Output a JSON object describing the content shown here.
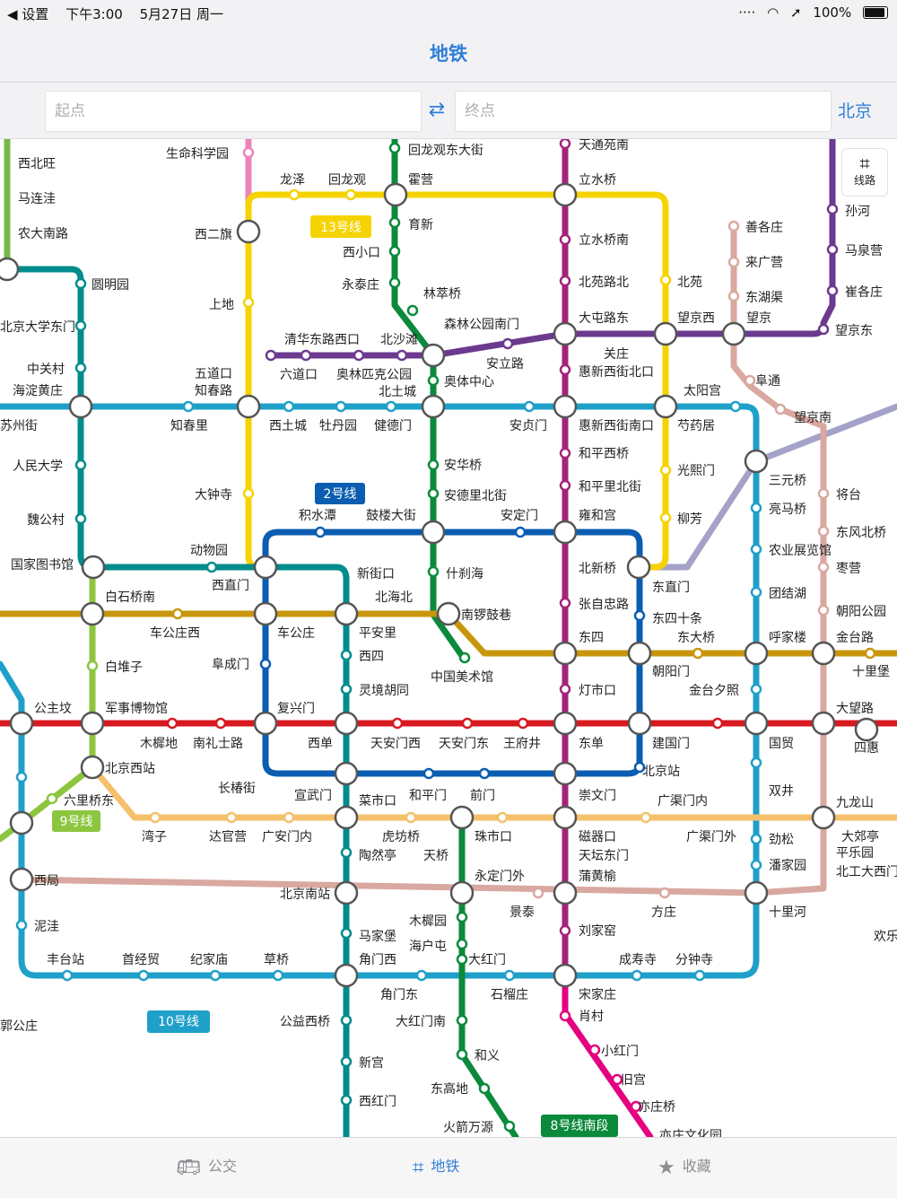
{
  "status": {
    "back_label": "◀ 设置",
    "time": "下午3:00",
    "date": "5月27日 周一",
    "battery": "100%"
  },
  "nav": {
    "title": "地铁"
  },
  "search": {
    "start_placeholder": "起点",
    "end_placeholder": "终点",
    "city": "北京",
    "swap_icon": "swap-arrows-icon"
  },
  "route_button": {
    "label": "线路",
    "icon": "route-icon"
  },
  "tabs": [
    {
      "label": "公交",
      "icon": "bus-icon"
    },
    {
      "label": "地铁",
      "icon": "route-icon",
      "active": true
    },
    {
      "label": "收藏",
      "icon": "star-icon"
    }
  ],
  "map": {
    "lines": [
      {
        "name": "13号线",
        "color": "#f5d300"
      },
      {
        "name": "2号线",
        "color": "#0a5db0"
      },
      {
        "name": "9号线",
        "color": "#8cc63f"
      },
      {
        "name": "10号线",
        "color": "#1fa0c8"
      },
      {
        "name": "8号线南段",
        "color": "#0a8a3a"
      }
    ],
    "line_colors": {
      "line1": "#d71920",
      "line2": "#0a5db0",
      "line4": "#008c8c",
      "line5": "#a4237a",
      "line6": "#c8960c",
      "line7": "#f4c06b",
      "line8": "#0a8a3a",
      "line9": "#8cc63f",
      "line10": "#1fa0c8",
      "line13": "#f5d300",
      "line14": "#d9a8a0",
      "line15": "#6b3a8e",
      "linechangping": "#ec84b8",
      "lineyizhuang": "#e4007f",
      "linejichang": "#a4a2c8"
    },
    "stations": [
      "西北旺",
      "马连洼",
      "农大南路",
      "生命科学园",
      "龙泽",
      "回龙观",
      "回龙观东大街",
      "霍营",
      "育新",
      "西小口",
      "永泰庄",
      "林萃桥",
      "森林公园南门",
      "天通苑南",
      "立水桥",
      "立水桥南",
      "北苑路北",
      "大屯路东",
      "北苑",
      "望京西",
      "关庄",
      "惠新西街北口",
      "孙河",
      "马泉营",
      "崔各庄",
      "望京东",
      "望京",
      "东湖渠",
      "来广营",
      "善各庄",
      "阜通",
      "望京南",
      "西二旗",
      "上地",
      "圆明园",
      "北京大学东门",
      "中关村",
      "海淀黄庄",
      "苏州街",
      "人民大学",
      "魏公村",
      "国家图书馆",
      "五道口",
      "知春路",
      "知春里",
      "西土城",
      "牡丹园",
      "健德门",
      "北土城",
      "奥体中心",
      "安立路",
      "北沙滩",
      "六道口",
      "清华东路西口",
      "奥林匹克公园",
      "安贞门",
      "惠新西街南口",
      "芍药居",
      "太阳宫",
      "三元桥",
      "将台",
      "东风北桥",
      "亮马桥",
      "农业展览馆",
      "枣营",
      "团结湖",
      "朝阳公园",
      "呼家楼",
      "金台路",
      "十里堡",
      "大钟寺",
      "安华桥",
      "安德里北街",
      "和平西桥",
      "和平里北街",
      "光熙门",
      "柳芳",
      "积水潭",
      "鼓楼大街",
      "安定门",
      "雍和宫",
      "东直门",
      "东四十条",
      "朝阳门",
      "建国门",
      "北京站",
      "崇文门",
      "前门",
      "和平门",
      "宣武门",
      "长椿街",
      "复兴门",
      "阜成门",
      "车公庄",
      "西直门",
      "动物园",
      "新街口",
      "什刹海",
      "南锣鼓巷",
      "北海北",
      "平安里",
      "西四",
      "灵境胡同",
      "西单",
      "天安门西",
      "天安门东",
      "王府井",
      "东单",
      "东四",
      "张自忠路",
      "北新桥",
      "灯市口",
      "东大桥",
      "金台夕照",
      "国贸",
      "大望路",
      "四惠",
      "双井",
      "九龙山",
      "大郊亭",
      "平乐园",
      "北工大西门",
      "劲松",
      "潘家园",
      "十里河",
      "广渠门内",
      "广渠门外",
      "磁器口",
      "天坛东门",
      "蒲黄榆",
      "刘家窑",
      "宋家庄",
      "肖村",
      "小红门",
      "旧宫",
      "亦庄桥",
      "亦庄文化园",
      "方庄",
      "景泰",
      "永定门外",
      "珠市口",
      "虎坊桥",
      "菜市口",
      "陶然亭",
      "天桥",
      "木樨园",
      "海户屯",
      "大红门",
      "石榴庄",
      "成寿寺",
      "分钟寺",
      "角门东",
      "角门西",
      "马家堡",
      "北京南站",
      "公益西桥",
      "新宫",
      "西红门",
      "大红门南",
      "和义",
      "东高地",
      "火箭万源",
      "中国美术馆",
      "白石桥南",
      "车公庄西",
      "白堆子",
      "军事博物馆",
      "木樨地",
      "南礼士路",
      "公主坟",
      "北京西站",
      "六里桥东",
      "湾子",
      "达官营",
      "广安门内",
      "西局",
      "泥洼",
      "丰台站",
      "首经贸",
      "纪家庙",
      "草桥",
      "郭公庄",
      "欢乐",
      "西二旗"
    ]
  }
}
